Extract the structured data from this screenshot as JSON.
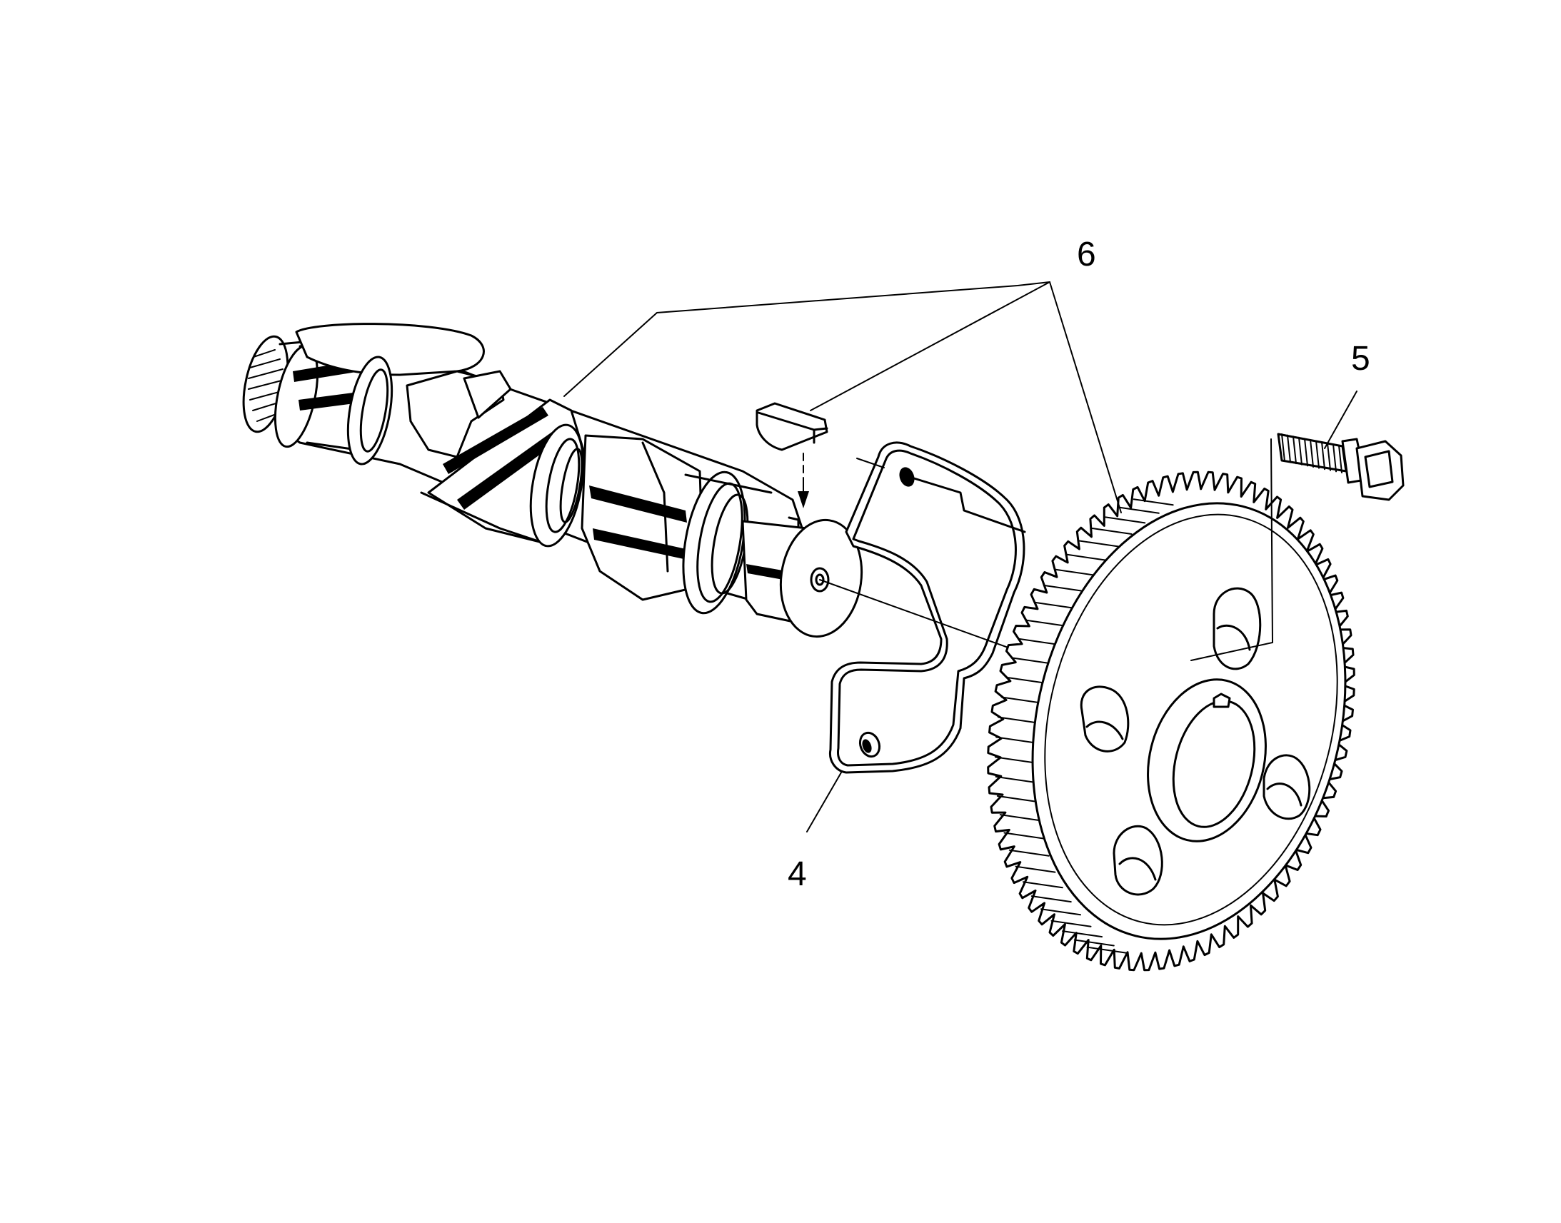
{
  "diagram": {
    "callouts": [
      {
        "id": "part-4",
        "label": "4"
      },
      {
        "id": "part-5",
        "label": "5"
      },
      {
        "id": "part-6",
        "label": "6"
      }
    ],
    "colors": {
      "ink": "#000000",
      "background": "#ffffff"
    }
  }
}
